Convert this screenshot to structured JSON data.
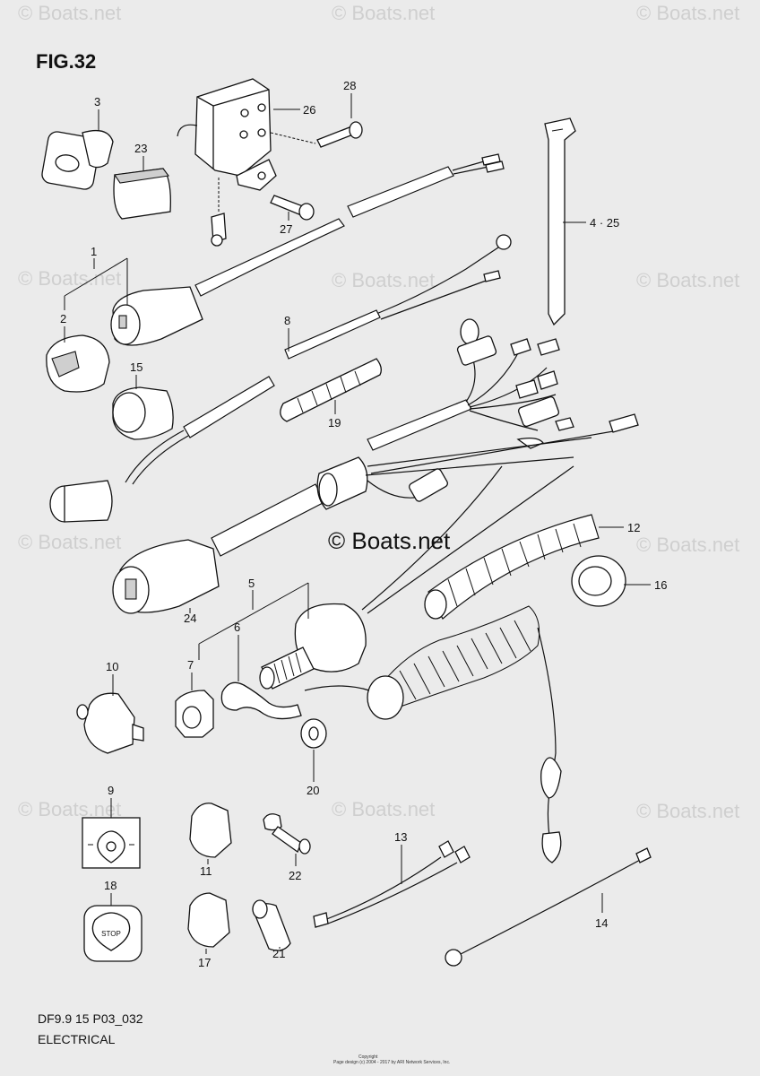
{
  "figure": {
    "title": "FIG.32",
    "model_code": "DF9.9 15 P03_032",
    "section": "ELECTRICAL",
    "watermark": "© Boats.net",
    "copyright_line1": "Copyright",
    "copyright_line2": "Page design (c) 2004 - 2017 by ARI Network Services, Inc."
  },
  "callouts": {
    "c1": "1",
    "c2": "2",
    "c3": "3",
    "c425": "4 · 25",
    "c5": "5",
    "c6": "6",
    "c7": "7",
    "c8": "8",
    "c9": "9",
    "c10": "10",
    "c11": "11",
    "c12": "12",
    "c13": "13",
    "c14": "14",
    "c15": "15",
    "c16": "16",
    "c17": "17",
    "c18": "18",
    "c19": "19",
    "c20": "20",
    "c21": "21",
    "c22": "22",
    "c23": "23",
    "c24": "24",
    "c26": "26",
    "c27": "27",
    "c28": "28"
  },
  "stop_switch_text": "STOP"
}
